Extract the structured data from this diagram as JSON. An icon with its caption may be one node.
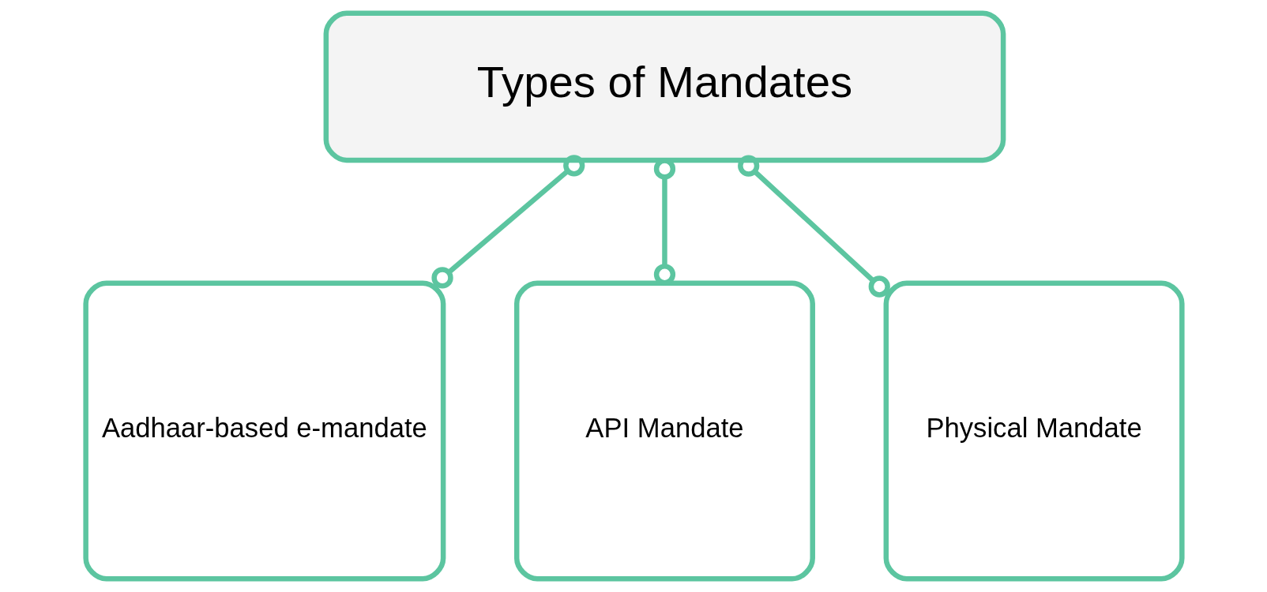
{
  "diagram": {
    "nodes": [
      {
        "text": [
          "Types of Mandates"
        ]
      },
      {
        "text": [
          "Aadhaar-based e-mandate"
        ]
      },
      {
        "text": [
          "API Mandate"
        ]
      },
      {
        "text": [
          "Physical Mandate"
        ]
      }
    ],
    "edges": [
      {
        "from": 0,
        "to": 1,
        "arrow": "other"
      },
      {
        "from": 0,
        "to": 2,
        "arrow": "other"
      },
      {
        "from": 0,
        "to": 3,
        "arrow": "other"
      }
    ]
  }
}
